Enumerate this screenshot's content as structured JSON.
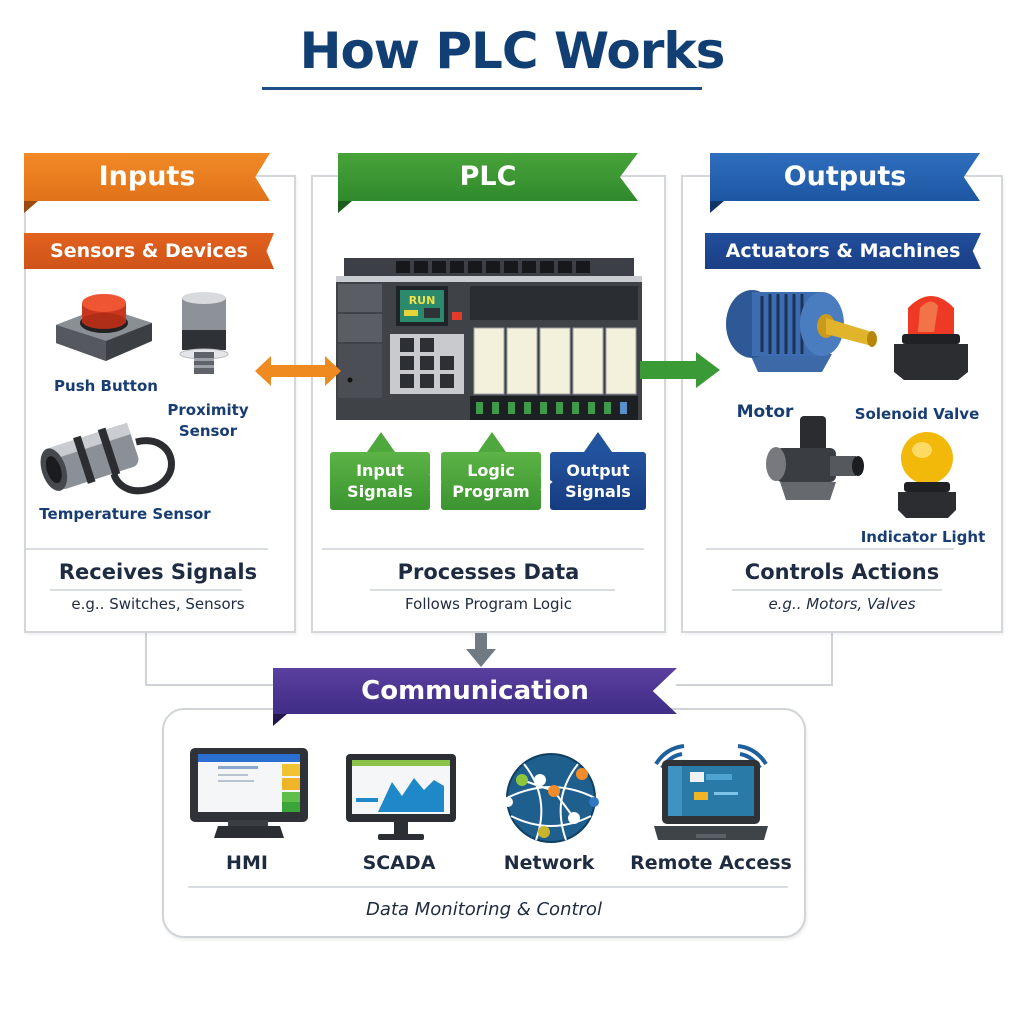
{
  "title": "How PLC Works",
  "inputs": {
    "ribbon": "Inputs",
    "subribbon": "Sensors & Devices",
    "items": [
      {
        "label": "Push Button",
        "icon": "push-button-icon"
      },
      {
        "label": "Proximity Sensor",
        "icon": "proximity-sensor-icon"
      },
      {
        "label": "Temperature Sensor",
        "icon": "temperature-sensor-icon"
      }
    ],
    "caption_title": "Receives Signals",
    "caption_sub": "e.g.. Switches, Sensors",
    "color": "#e97d22"
  },
  "plc": {
    "ribbon": "PLC",
    "screen_text": "RUN",
    "steps": [
      {
        "label_line1": "Input",
        "label_line2": "Signals",
        "color": "#4aa33b"
      },
      {
        "label_line1": "Logic",
        "label_line2": "Program",
        "color": "#4aa33b"
      },
      {
        "label_line1": "Output",
        "label_line2": "Signals",
        "color": "#1c4a92"
      }
    ],
    "caption_title": "Processes Data",
    "caption_sub": "Follows Program Logic",
    "color": "#3c9632"
  },
  "outputs": {
    "ribbon": "Outputs",
    "subribbon": "Actuators & Machines",
    "items": [
      {
        "label": "Motor",
        "icon": "motor-icon"
      },
      {
        "label": "Solenoid Valve",
        "icon": "solenoid-valve-icon"
      },
      {
        "label": "Indicator Light",
        "icon": "indicator-light-icon"
      }
    ],
    "caption_title": "Controls Actions",
    "caption_sub": "e.g.. Motors, Valves",
    "color": "#2563b0"
  },
  "communication": {
    "ribbon": "Communication",
    "items": [
      {
        "label": "HMI",
        "icon": "hmi-monitor-icon"
      },
      {
        "label": "SCADA",
        "icon": "scada-monitor-icon"
      },
      {
        "label": "Network",
        "icon": "network-globe-icon"
      },
      {
        "label": "Remote Access",
        "icon": "laptop-wifi-icon"
      }
    ],
    "caption": "Data Monitoring & Control",
    "color": "#4a3592"
  }
}
